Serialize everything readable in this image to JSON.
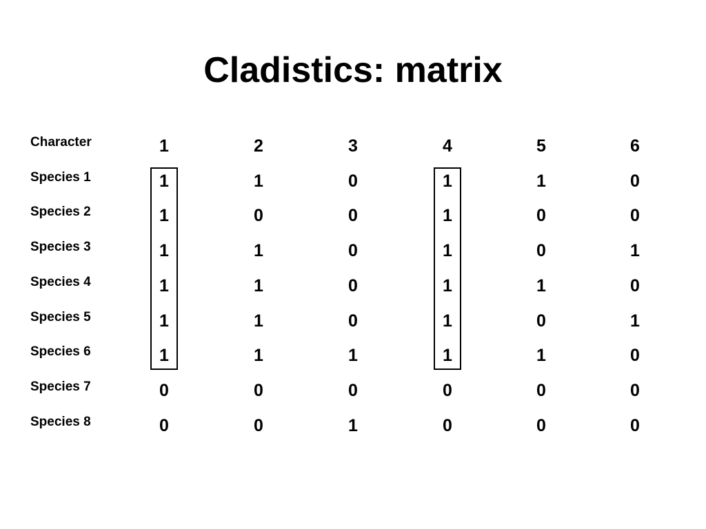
{
  "title": "Cladistics:  matrix",
  "header": {
    "label": "Character",
    "columns": [
      "1",
      "2",
      "3",
      "4",
      "5",
      "6"
    ]
  },
  "rows": [
    {
      "label": "Species 1",
      "values": [
        "1",
        "1",
        "0",
        "1",
        "1",
        "0"
      ]
    },
    {
      "label": "Species 2",
      "values": [
        "1",
        "0",
        "0",
        "1",
        "0",
        "0"
      ]
    },
    {
      "label": "Species 3",
      "values": [
        "1",
        "1",
        "0",
        "1",
        "0",
        "1"
      ]
    },
    {
      "label": "Species 4",
      "values": [
        "1",
        "1",
        "0",
        "1",
        "1",
        "0"
      ]
    },
    {
      "label": "Species 5",
      "values": [
        "1",
        "1",
        "0",
        "1",
        "0",
        "1"
      ]
    },
    {
      "label": "Species 6",
      "values": [
        "1",
        "1",
        "1",
        "1",
        "1",
        "0"
      ]
    },
    {
      "label": "Species 7",
      "values": [
        "0",
        "0",
        "0",
        "0",
        "0",
        "0"
      ]
    },
    {
      "label": "Species 8",
      "values": [
        "0",
        "0",
        "1",
        "0",
        "0",
        "0"
      ]
    }
  ],
  "highlighted_columns": [
    "1",
    "4"
  ],
  "highlighted_rows": [
    "Species 1",
    "Species 2",
    "Species 3",
    "Species 4",
    "Species 5",
    "Species 6"
  ]
}
